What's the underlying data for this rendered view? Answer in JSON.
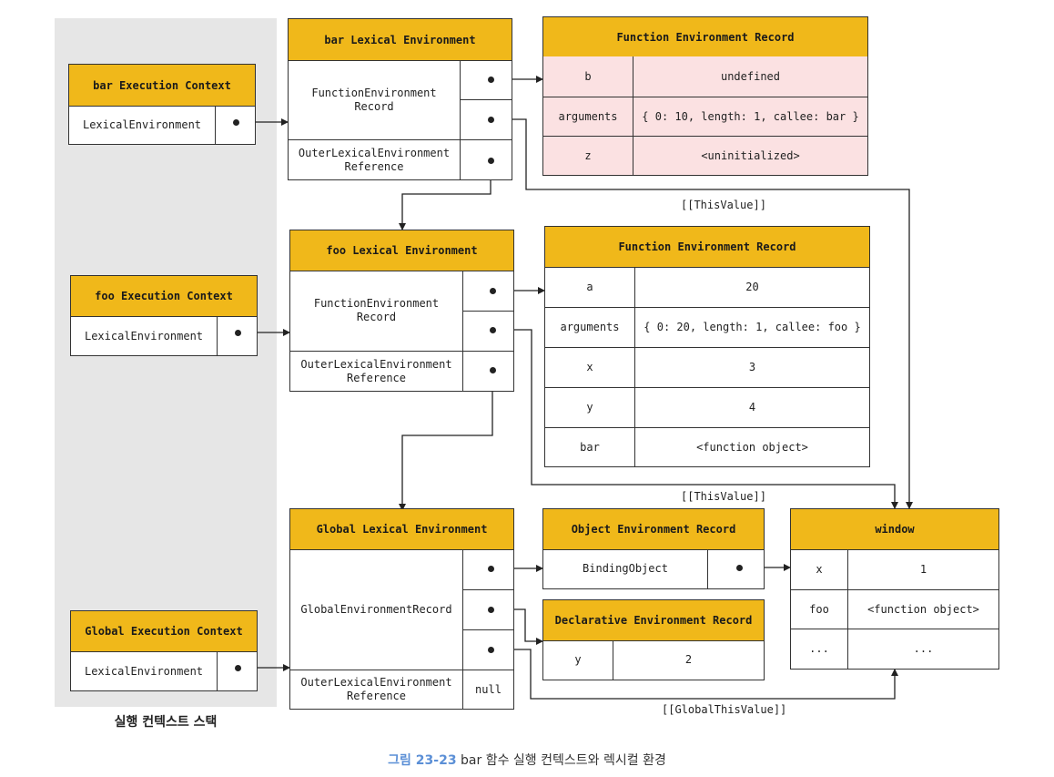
{
  "stack": {
    "caption": "실행 컨텍스트 스택"
  },
  "bar_ec": {
    "title": "bar Execution Context",
    "lex": "LexicalEnvironment"
  },
  "foo_ec": {
    "title": "foo Execution Context",
    "lex": "LexicalEnvironment"
  },
  "global_ec": {
    "title": "Global Execution Context",
    "lex": "LexicalEnvironment"
  },
  "bar_le": {
    "title": "bar Lexical Environment",
    "record": "FunctionEnvironment Record",
    "outer": "OuterLexicalEnvironment Reference"
  },
  "foo_le": {
    "title": "foo Lexical Environment",
    "record": "FunctionEnvironment Record",
    "outer": "OuterLexicalEnvironment Reference"
  },
  "global_le": {
    "title": "Global Lexical Environment",
    "record": "GlobalEnvironmentRecord",
    "outer": "OuterLexicalEnvironment Reference",
    "outer_value": "null"
  },
  "bar_fer": {
    "title": "Function Environment Record",
    "rows": [
      {
        "k": "b",
        "v": "undefined"
      },
      {
        "k": "arguments",
        "v": "{ 0: 10, length: 1, callee: bar }"
      },
      {
        "k": "z",
        "v": "<uninitialized>"
      }
    ]
  },
  "foo_fer": {
    "title": "Function Environment Record",
    "rows": [
      {
        "k": "a",
        "v": "20"
      },
      {
        "k": "arguments",
        "v": "{ 0: 20, length: 1, callee: foo }"
      },
      {
        "k": "x",
        "v": "3"
      },
      {
        "k": "y",
        "v": "4"
      },
      {
        "k": "bar",
        "v": "<function object>"
      }
    ]
  },
  "obj_er": {
    "title": "Object Environment Record",
    "binding": "BindingObject"
  },
  "decl_er": {
    "title": "Declarative Environment Record",
    "rows": [
      {
        "k": "y",
        "v": "2"
      }
    ]
  },
  "window": {
    "title": "window",
    "rows": [
      {
        "k": "x",
        "v": "1"
      },
      {
        "k": "foo",
        "v": "<function object>"
      },
      {
        "k": "...",
        "v": "..."
      }
    ]
  },
  "labels": {
    "this1": "[[ThisValue]]",
    "this2": "[[ThisValue]]",
    "global_this": "[[GlobalThisValue]]"
  },
  "figure": {
    "number": "그림 23-23",
    "text": "bar 함수 실행 컨텍스트와 렉시컬 환경"
  }
}
